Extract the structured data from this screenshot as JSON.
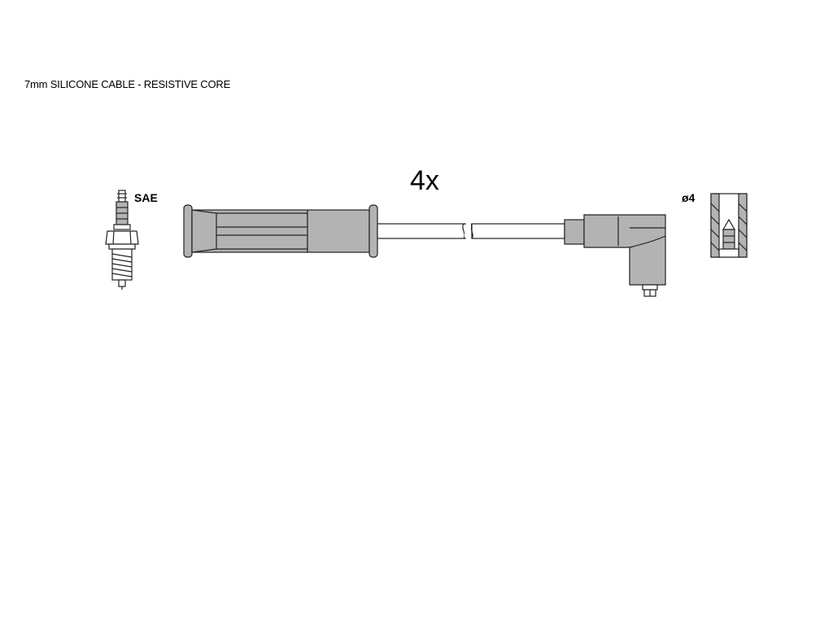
{
  "caption": "7mm SILICONE CABLE - RESISTIVE CORE",
  "quantity": "4x",
  "spark_plug_label": "SAE",
  "coil_label": "ø4",
  "colors": {
    "fill": "#b3b3b3",
    "stroke": "#222222",
    "background": "#ffffff"
  }
}
